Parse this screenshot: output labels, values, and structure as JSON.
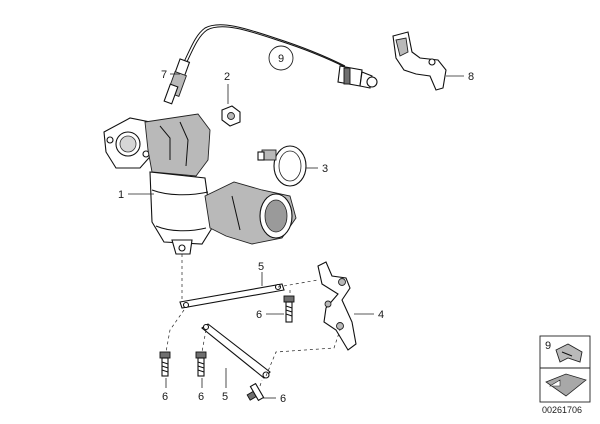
{
  "callouts": {
    "c1": "1",
    "c2": "2",
    "c3": "3",
    "c4": "4",
    "c5a": "5",
    "c5b": "5",
    "c6a": "6",
    "c6b": "6",
    "c6c": "6",
    "c6d": "6",
    "c7": "7",
    "c8": "8",
    "c9": "9"
  },
  "legend": {
    "number": "9"
  },
  "document_id": "00261706"
}
